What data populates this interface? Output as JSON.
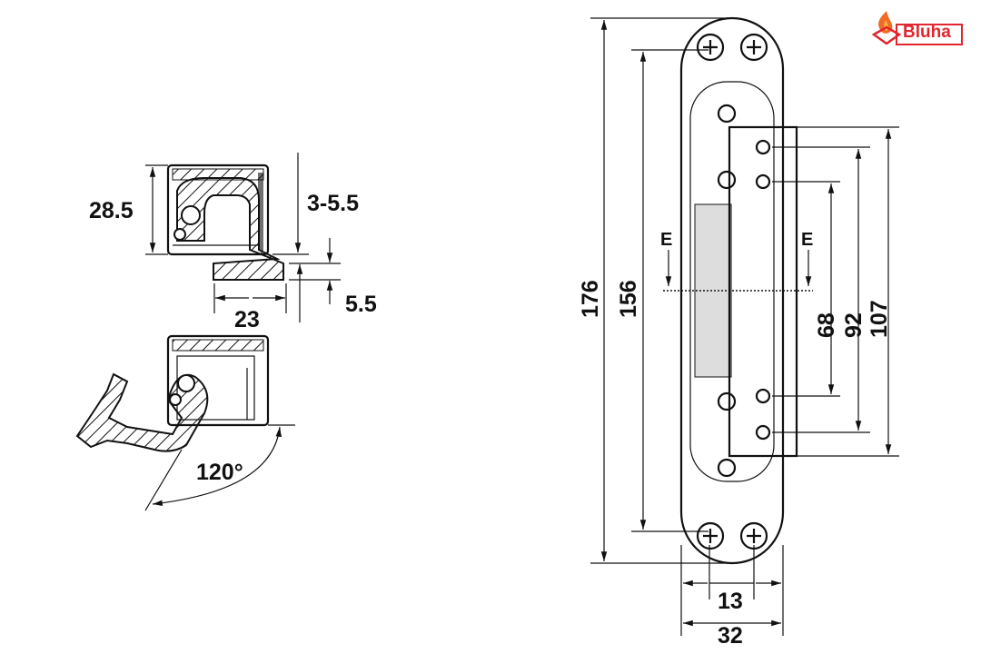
{
  "logo": {
    "text": "Bluha",
    "color": "#e0262e"
  },
  "side_view": {
    "dims": {
      "height": "28.5",
      "adjust": "3-5.5",
      "width": "23",
      "flange": "5.5",
      "angle": "120°"
    }
  },
  "front_view": {
    "dims": {
      "total": "176",
      "inner": "156",
      "hole_68": "68",
      "hole_92": "92",
      "plate_107": "107",
      "width_13": "13",
      "width_32": "32"
    },
    "section_labels": {
      "left": "E",
      "right": "E"
    }
  }
}
